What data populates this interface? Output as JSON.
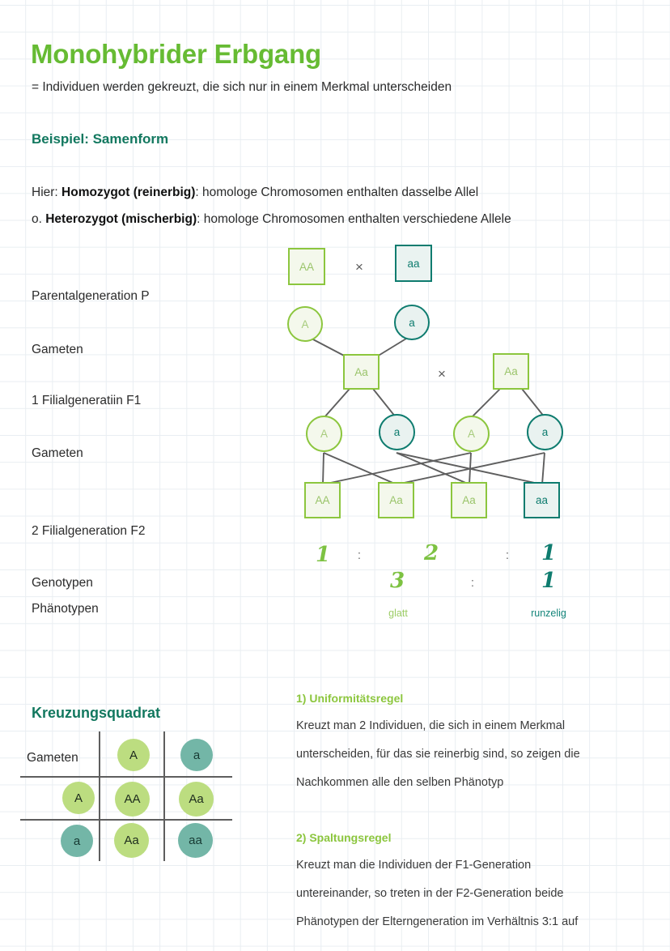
{
  "page": {
    "title": "Monohybrider Erbgang",
    "subtitle": "= Individuen werden gekreuzt, die sich nur in einem Merkmal unterscheiden",
    "example_heading": "Beispiel: Samenform",
    "definitions": [
      {
        "prefix": "Hier: ",
        "bold": "Homozygot (reinerbig)",
        "rest": ": homologe Chromosomen enthalten dasselbe Allel"
      },
      {
        "prefix": "o. ",
        "bold": "Heterozygot (mischerbig)",
        "rest": ": homologe Chromosomen enthalten verschiedene Allele"
      }
    ]
  },
  "colors": {
    "title_green": "#66bb33",
    "dark_teal": "#12785f",
    "light_green": "#8cc63e",
    "teal": "#0e7c6f",
    "punnett_green": "#bcdd80",
    "punnett_teal": "#73b6a7",
    "grid_line": "#e9eef2"
  },
  "diagram": {
    "stage_labels": [
      {
        "text": "Parentalgeneration P"
      },
      {
        "text": "Gameten"
      },
      {
        "text": "1 Filialgeneratiin F1"
      },
      {
        "text": "Gameten"
      },
      {
        "text": "2 Filialgeneration F2"
      },
      {
        "text": "Genotypen"
      },
      {
        "text": "Phänotypen"
      }
    ],
    "parental": [
      {
        "genotype": "AA",
        "color": "green"
      },
      {
        "genotype": "aa",
        "color": "teal"
      }
    ],
    "cross_symbol": "×",
    "gametes_p": [
      {
        "allele": "A",
        "color": "green"
      },
      {
        "allele": "a",
        "color": "teal"
      }
    ],
    "f1": [
      {
        "genotype": "Aa",
        "color": "green"
      },
      {
        "genotype": "Aa",
        "color": "green"
      }
    ],
    "gametes_f1": [
      {
        "allele": "A",
        "color": "green"
      },
      {
        "allele": "a",
        "color": "teal"
      },
      {
        "allele": "A",
        "color": "green"
      },
      {
        "allele": "a",
        "color": "teal"
      }
    ],
    "f2": [
      {
        "genotype": "AA",
        "color": "green"
      },
      {
        "genotype": "Aa",
        "color": "green"
      },
      {
        "genotype": "Aa",
        "color": "green"
      },
      {
        "genotype": "aa",
        "color": "teal"
      }
    ],
    "genotype_ratio": {
      "values": [
        {
          "n": "1",
          "color": "green"
        },
        {
          "n": "2",
          "color": "green"
        },
        {
          "n": "1",
          "color": "teal"
        }
      ],
      "separator": ":"
    },
    "phenotype_ratio": {
      "values": [
        {
          "n": "3",
          "color": "green"
        },
        {
          "n": "1",
          "color": "teal"
        }
      ],
      "separator": ":"
    },
    "phenotype_labels": [
      {
        "text": "glatt",
        "color": "green"
      },
      {
        "text": "runzelig",
        "color": "teal"
      }
    ]
  },
  "punnett": {
    "title": "Kreuzungsquadrat",
    "corner_label": "Gameten",
    "column_headers": [
      {
        "allele": "A",
        "color": "green"
      },
      {
        "allele": "a",
        "color": "teal"
      }
    ],
    "row_headers": [
      {
        "allele": "A",
        "color": "green"
      },
      {
        "allele": "a",
        "color": "teal"
      }
    ],
    "cells": [
      [
        {
          "genotype": "AA",
          "color": "green"
        },
        {
          "genotype": "Aa",
          "color": "green"
        }
      ],
      [
        {
          "genotype": "Aa",
          "color": "green"
        },
        {
          "genotype": "aa",
          "color": "teal"
        }
      ]
    ]
  },
  "rules": [
    {
      "heading": "1) Uniformitätsregel",
      "lines": [
        "Kreuzt man 2 Individuen, die sich in einem Merkmal",
        "unterscheiden, für das sie reinerbig sind, so zeigen die",
        "Nachkommen alle den selben Phänotyp"
      ]
    },
    {
      "heading": "2) Spaltungsregel",
      "lines": [
        "Kreuzt man die Individuen der F1-Generation",
        "untereinander, so treten in der F2-Generation beide",
        "Phänotypen der Elterngeneration im Verhältnis 3:1 auf"
      ]
    }
  ]
}
